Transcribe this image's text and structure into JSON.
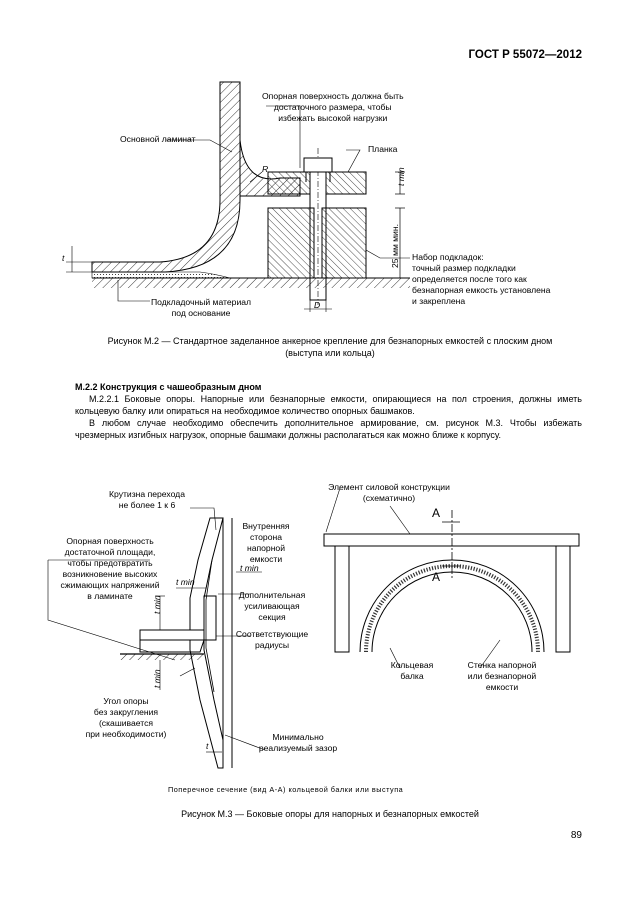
{
  "header": {
    "standard": "ГОСТ Р 55072—2012"
  },
  "figure_m2": {
    "labels": {
      "support_surface": [
        "Опорная поверхность должна быть",
        "достаточного размера, чтобы",
        "избежать высокой нагрузки"
      ],
      "main_laminate": "Основной ламинат",
      "plate": "Планка",
      "r": "R",
      "t": "t",
      "t_min": "t min",
      "mm25": "25 мм мин.",
      "shim_set": [
        "Набор подкладок:",
        "точный размер подкладки",
        "определяется после того как",
        "безнапорная емкость установлена",
        "и закреплена"
      ],
      "backing": "Подкладочный материал",
      "under_base": "под основание",
      "d": "D"
    },
    "caption": [
      "Рисунок М.2 — Стандартное заделанное анкерное крепление для безнапорных емкостей с плоским дном",
      "(выступа или кольца)"
    ]
  },
  "section": {
    "heading": "М.2.2 Конструкция с чашеобразным дном",
    "para1": "М.2.2.1 Боковые опоры. Напорные или безнапорные емкости, опирающиеся на пол строения, должны иметь кольцевую балку или опираться на необходимое количество опорных башмаков.",
    "para2": "В любом случае необходимо обеспечить дополнительное армирование, см. рисунок М.3. Чтобы избежать чрезмерных изгибных нагрузок, опорные башмаки должны располагаться как можно ближе к корпусу."
  },
  "figure_m3": {
    "labels": {
      "steepness": [
        "Крутизна перехода",
        "не более 1 к 6"
      ],
      "support_surface": [
        "Опорная поверхность",
        "достаточной площади,",
        "чтобы предотвратить",
        "возникновение высоких",
        "сжимающих напряжений",
        "в ламинате"
      ],
      "inner_side": [
        "Внутренняя",
        "сторона",
        "напорной",
        "емкости"
      ],
      "t_min": "t min",
      "additional": [
        "Дополнительная",
        "усиливающая",
        "секция"
      ],
      "radii": [
        "Соответствующие",
        "радиусы"
      ],
      "corner": [
        "Угол опоры",
        "без закругления",
        "(скашивается",
        "при необходимости)"
      ],
      "gap": [
        "Минимально",
        "реализуемый зазор"
      ],
      "t": "t",
      "structural": [
        "Элемент силовой конструкции",
        "(схематично)"
      ],
      "a": "A",
      "ring_beam": [
        "Кольцевая",
        "балка"
      ],
      "wall": [
        "Стенка напорной",
        "или безнапорной",
        "емкости"
      ],
      "section_note": "Поперечное сечение (вид А-А) кольцевой балки или выступа"
    },
    "caption": "Рисунок М.3 — Боковые опоры для напорных и безнапорных емкостей"
  },
  "page_number": "89"
}
